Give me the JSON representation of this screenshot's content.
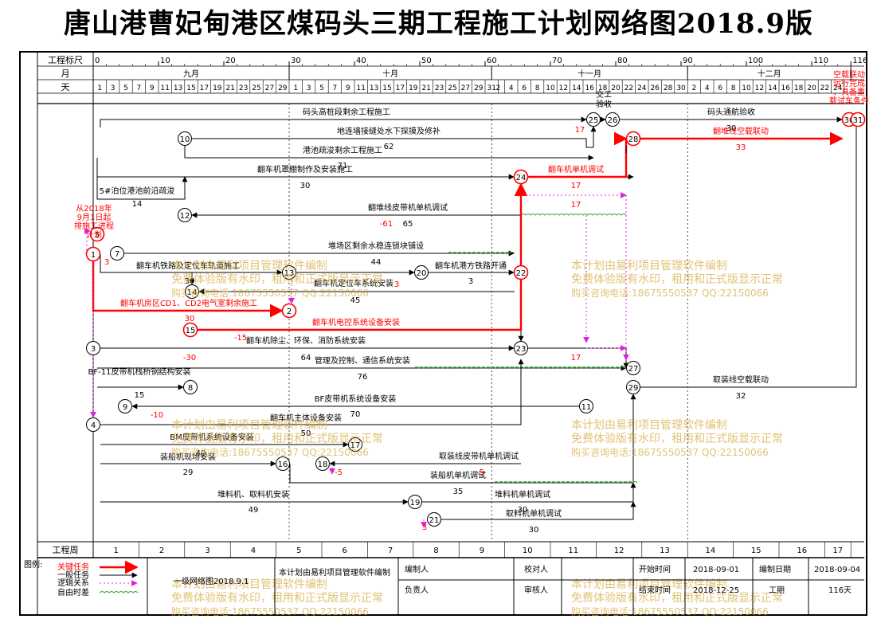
{
  "title": "唐山港曹妃甸港区煤码头三期工程施工计划网络图2018.9版",
  "scale": {
    "label": "工程标尺",
    "ticks": [
      "0",
      "10",
      "20",
      "30",
      "40",
      "50",
      "60",
      "70",
      "80",
      "90",
      "100",
      "110",
      "116"
    ]
  },
  "months": {
    "label": "月",
    "items": [
      "九月",
      "十月",
      "十一月",
      "十二月"
    ]
  },
  "days": {
    "label": "天",
    "sep": [
      "1",
      "3",
      "5",
      "7",
      "9",
      "11",
      "13",
      "15",
      "17",
      "19",
      "21",
      "23",
      "25",
      "27",
      "29"
    ],
    "oct": [
      "1",
      "3",
      "5",
      "7",
      "9",
      "11",
      "13",
      "15",
      "17",
      "19",
      "21",
      "23",
      "25",
      "27",
      "29",
      "31"
    ],
    "nov": [
      "2",
      "4",
      "6",
      "8",
      "10",
      "12",
      "14",
      "16",
      "18",
      "20",
      "22",
      "24",
      "26",
      "28",
      "30"
    ],
    "dec": [
      "2",
      "4",
      "6",
      "8",
      "10",
      "12",
      "14",
      "16",
      "18",
      "20",
      "22",
      "24"
    ]
  },
  "weeks": {
    "label": "工程周",
    "items": [
      "1",
      "2",
      "3",
      "4",
      "5",
      "6",
      "7",
      "8",
      "9",
      "10",
      "11",
      "12",
      "13",
      "14",
      "15",
      "16",
      "17"
    ]
  },
  "nodes": [
    "1",
    "2",
    "3",
    "4",
    "5",
    "7",
    "8",
    "9",
    "10",
    "11",
    "12",
    "13",
    "14",
    "15",
    "16",
    "17",
    "18",
    "19",
    "20",
    "21",
    "22",
    "23",
    "24",
    "25",
    "26",
    "27",
    "28",
    "29",
    "30",
    "31"
  ],
  "tasks": [
    {
      "name": "码头高桩段剩余工程施工",
      "dur": ""
    },
    {
      "name": "码头通航验收",
      "dur": "30"
    },
    {
      "name": "地连墙接缝处水下探摸及修补",
      "dur": "62"
    },
    {
      "name": "港池疏浚剩余工程施工",
      "dur": "71"
    },
    {
      "name": "翻车机罩棚制作及安装施工",
      "dur": "30"
    },
    {
      "name": "5#泊位港池前沿疏浚",
      "dur": "14"
    },
    {
      "name": "翻堆线皮带机单机调试",
      "dur": "65"
    },
    {
      "name": "堆场区剩余水稳连锁块铺设",
      "dur": "44"
    },
    {
      "name": "翻车机铁路及定位车轨道施工",
      "dur": "30"
    },
    {
      "name": "翻车机港方铁路开通",
      "dur": "3"
    },
    {
      "name": "翻车机定位车系统安装",
      "dur": "45"
    },
    {
      "name": "翻车机房区CD1、CD2电气室剩余施工",
      "dur": "30"
    },
    {
      "name": "翻车机电控系统设备安装",
      "dur": ""
    },
    {
      "name": "翻车机除尘、环保、消防系统安装",
      "dur": "64"
    },
    {
      "name": "管理及控制、通信系统安装",
      "dur": "76"
    },
    {
      "name": "BF-11皮带机栈桥钢结构安装",
      "dur": "15"
    },
    {
      "name": "BF皮带机系统设备安装",
      "dur": "70"
    },
    {
      "name": "翻车机主体设备安装",
      "dur": "50"
    },
    {
      "name": "BM皮带机系统设备安装",
      "dur": "40"
    },
    {
      "name": "装船机现场安装",
      "dur": "29"
    },
    {
      "name": "取装线皮带机单机调试",
      "dur": ""
    },
    {
      "name": "装船机单机调试",
      "dur": "35"
    },
    {
      "name": "堆料机、取料机安装",
      "dur": "49"
    },
    {
      "name": "堆料机单机调试",
      "dur": "30"
    },
    {
      "name": "取料机单机调试",
      "dur": "30"
    },
    {
      "name": "翻车机单机调试",
      "dur": "17"
    },
    {
      "name": "翻堆线空载联动",
      "dur": "33"
    },
    {
      "name": "取装线空载联动",
      "dur": "32"
    },
    {
      "name": "空载联动运行完成、具备重载试车条件",
      "dur": ""
    }
  ],
  "float_labels": [
    "-61",
    "3",
    "-15",
    "-30",
    "-10",
    "-5",
    "17",
    "17",
    "17",
    "3",
    "3",
    "-5"
  ],
  "notes": [
    "从2018年9月1日起排施工进程计划",
    "交工验收"
  ],
  "watermark": [
    "本计划由易利项目管理软件编制",
    "免费体验版有水印，租用和正式版显示正常",
    "购买咨询电话:18675550537 QQ:22150066"
  ],
  "legend": {
    "label": "图例:",
    "items": [
      "关键任务",
      "一般任务",
      "逻辑关系",
      "自由时差"
    ],
    "colors": {
      "critical": "#ff0000",
      "normal": "#000000",
      "logic": "#e020e0",
      "slack": "#33aa33"
    }
  },
  "footer": {
    "version": "一级网络图2018.9.1",
    "software": "本计划由易利项目管理软件编制",
    "editor": "编制人",
    "reviewer": "校对人",
    "owner": "负责人",
    "approver": "审核人",
    "start_label": "开始时间",
    "start_value": "2018-09-01",
    "end_label": "结束时间",
    "end_value": "2018-12-25",
    "date_label": "编制日期",
    "date_value": "2018-09-04",
    "period_label": "工期",
    "period_value": "116天"
  }
}
